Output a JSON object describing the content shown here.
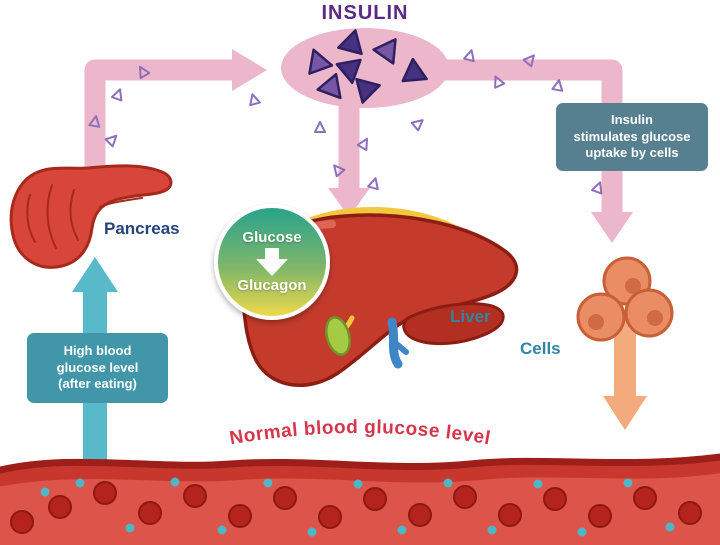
{
  "title": "INSULIN",
  "labels": {
    "pancreas": "Pancreas",
    "liver": "Liver",
    "cells": "Cells"
  },
  "badge": {
    "top": "Glucose",
    "bottom": "Glucagon"
  },
  "callouts": {
    "insulin_uptake": {
      "line1": "Insulin",
      "line2": "stimulates glucose",
      "line3": "uptake by cells"
    },
    "high_glucose": {
      "line1": "High blood",
      "line2": "glucose level",
      "line3": "(after eating)"
    }
  },
  "vessel_label": "Normal blood glucose level",
  "colors": {
    "title_purple": "#5b2a86",
    "arrow_pink": "#ecb7cb",
    "molecule_dark": "#45317f",
    "molecule_light": "#7757a5",
    "arrow_teal": "#58bac9",
    "box_teal": "#4196aa",
    "box_slate": "#56808f",
    "arrow_orange": "#f3aa7c",
    "organ_red": "#d8453a",
    "liver_red": "#c43b2c",
    "cell_orange": "#ea8c64",
    "gallbladder_green": "#a5ca44",
    "duct_yellow": "#f2c63e",
    "vein_blue": "#3f86c9",
    "label_navy": "#24457c",
    "label_teal": "#2d86a3",
    "vessel_red": "#d6453c",
    "vessel_text_red": "#d63649"
  }
}
